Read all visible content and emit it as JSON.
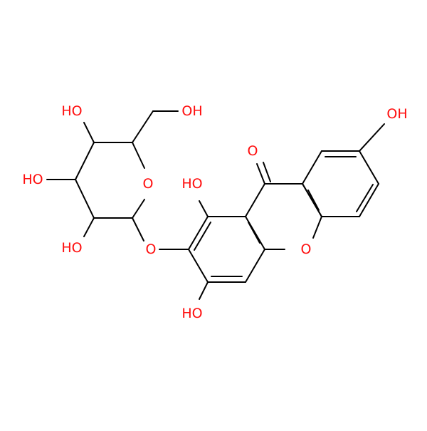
{
  "colors": {
    "background": "#ffffff",
    "bond": "#000000",
    "oxygen": "#ff0d0d"
  },
  "atom_labels": {
    "sugar_oh_top_left": "HO",
    "sugar_ch2oh": "OH",
    "sugar_oh_mid": "HO",
    "sugar_oh_bottom": "HO",
    "sugar_ring_o": "O",
    "glycosidic_o": "O",
    "carbonyl_o": "O",
    "ring_oh_upper_right": "OH",
    "aryl_oh_top": "HO",
    "aryl_oh_bottom": "HO",
    "xanthone_ring_o": "O"
  }
}
